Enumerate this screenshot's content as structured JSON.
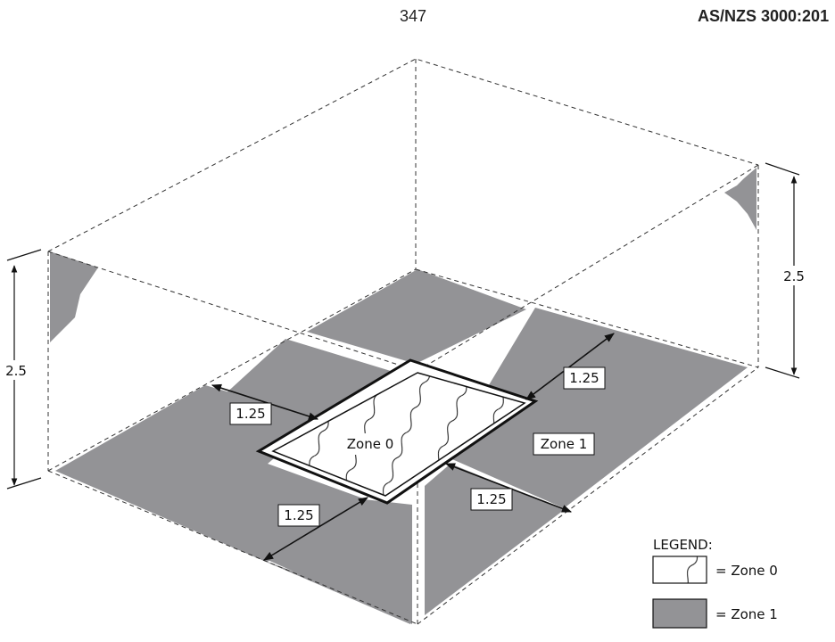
{
  "header": {
    "page_number": "347",
    "standard": "AS/NZS 3000:201"
  },
  "diagram": {
    "height_label_left": "2.5",
    "height_label_right": "2.5",
    "dim_back_right": "1.25",
    "dim_left": "1.25",
    "dim_front_left": "1.25",
    "dim_front_right": "1.25",
    "zone0_label": "Zone 0",
    "zone1_label": "Zone 1"
  },
  "legend": {
    "title": "LEGEND:",
    "zone0": "= Zone 0",
    "zone1": "= Zone 1"
  },
  "colors": {
    "zone1_fill": "#939396",
    "line": "#111111",
    "background": "#ffffff"
  }
}
